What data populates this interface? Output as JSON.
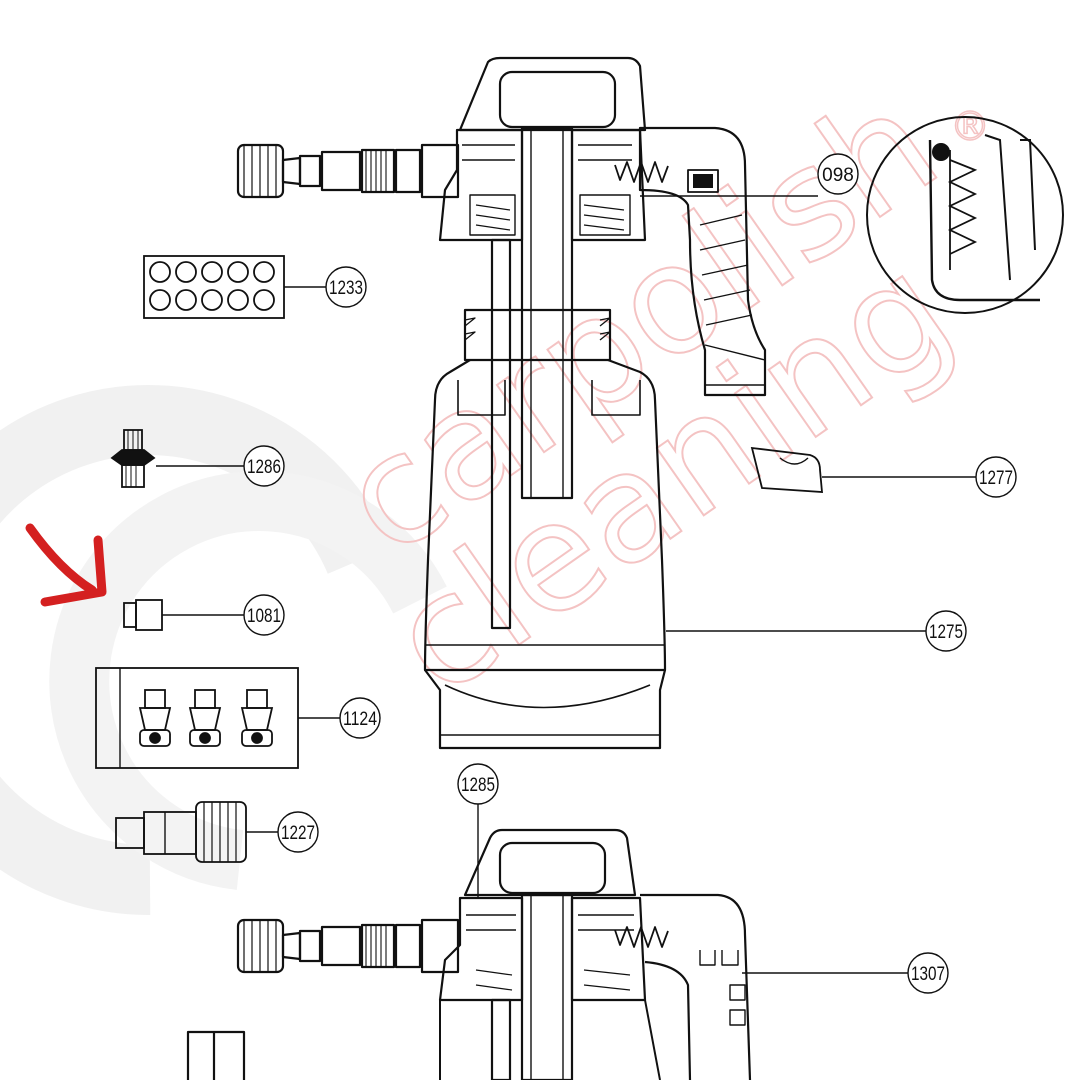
{
  "watermark": {
    "line1": "carpolish",
    "line2": "cleaning",
    "registered": "®"
  },
  "callouts": {
    "c098": "098",
    "c1233": "1233",
    "c1286": "1286",
    "c1277": "1277",
    "c1081": "1081",
    "c1275": "1275",
    "c1124": "1124",
    "c1285": "1285",
    "c1227": "1227",
    "c1307": "1307"
  },
  "highlight": {
    "part": "1081",
    "arrow_color": "#d42020"
  },
  "colors": {
    "line": "#111111",
    "watermark": "#f4c3c3"
  }
}
